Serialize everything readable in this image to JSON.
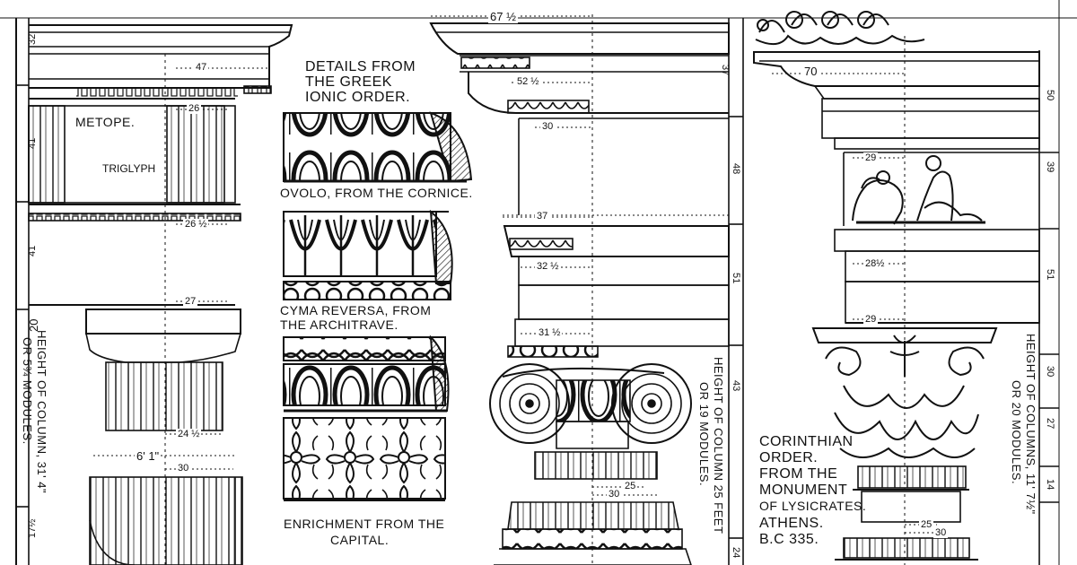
{
  "plate": {
    "doric": {
      "metope": "METOPE.",
      "triglyph": "TRIGLYPH",
      "column_note": [
        "HEIGHT OF COLUMN, 31' 4\"",
        "OR 5¾ MODULES."
      ],
      "dims": {
        "d47": "47",
        "d26a": "26",
        "d26b": "26 ½",
        "d27": "27",
        "d24": "24 ½",
        "d6": "6' 1\"",
        "d30": "30"
      },
      "scale": {
        "s32": "32",
        "s41a": "41",
        "s41b": "41",
        "s20": "20",
        "s17": "17½"
      }
    },
    "details": {
      "title": [
        "DETAILS FROM",
        "THE GREEK",
        "IONIC ORDER."
      ],
      "ovolo": "OVOLO, FROM THE CORNICE.",
      "cyma": [
        "CYMA REVERSA, FROM",
        "THE ARCHITRAVE."
      ],
      "enrich": [
        "ENRICHMENT FROM THE",
        "CAPITAL."
      ]
    },
    "ionic": {
      "column_note": [
        "HEIGHT OF COLUMN 25 FEET",
        "OR 19 MODULES."
      ],
      "dims": {
        "d67": "67 ½",
        "d52": "52 ½",
        "d30a": "30",
        "d37": "37",
        "d32": "32 ½",
        "d31": "31 ½",
        "d25": "25",
        "d30b": "30"
      },
      "scale": {
        "s37": "37",
        "s48": "48",
        "s51": "51",
        "s43": "43",
        "s24": "24"
      }
    },
    "corinthian": {
      "caption": [
        "CORINTHIAN",
        "ORDER.",
        "FROM THE",
        "MONUMENT",
        "OF LYSICRATES.",
        "ATHENS.",
        "B.C 335."
      ],
      "column_note": [
        "HEIGHT OF COLUMNS, 11' 7½\"",
        "OR 20 MODULES."
      ],
      "dims": {
        "d70": "70",
        "d29a": "29",
        "d28": "28½",
        "d29b": "29",
        "d25": "25",
        "d30": "30"
      },
      "scale": {
        "s50": "50",
        "s39": "39",
        "s51": "51",
        "s30": "30",
        "s27": "27",
        "s14": "14"
      }
    }
  }
}
